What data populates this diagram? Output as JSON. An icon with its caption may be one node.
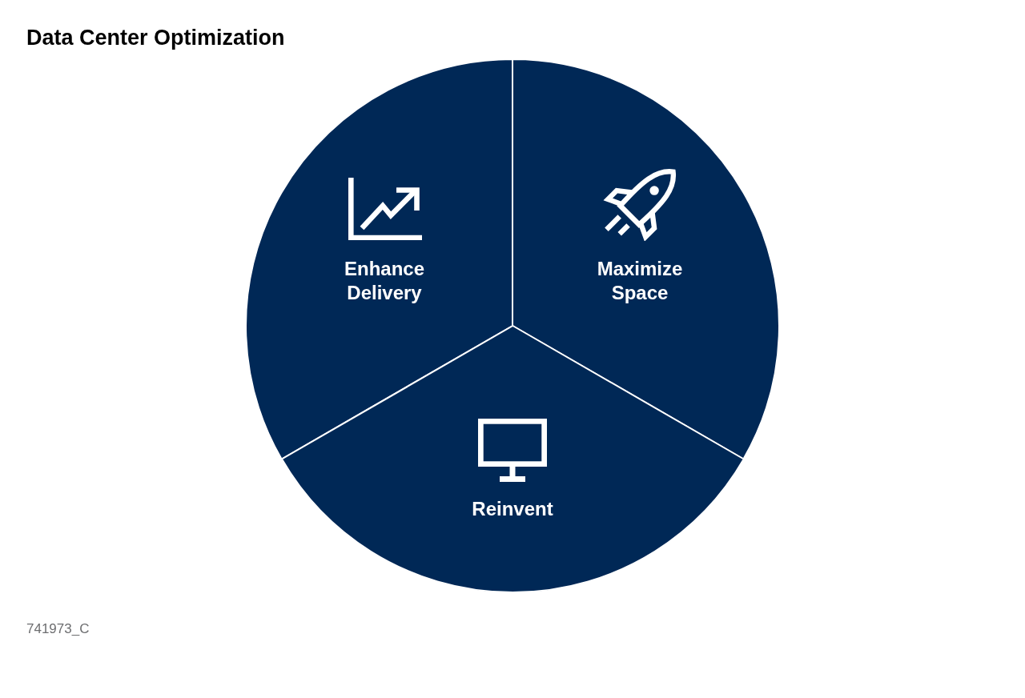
{
  "diagram": {
    "title": "Data Center Optimization",
    "nodes": [
      {
        "text": [
          "Enhance Delivery"
        ]
      },
      {
        "text": [
          "Maximize Space"
        ]
      },
      {
        "text": [
          "Reinvent"
        ]
      }
    ],
    "labels": [
      "741973_C"
    ]
  }
}
